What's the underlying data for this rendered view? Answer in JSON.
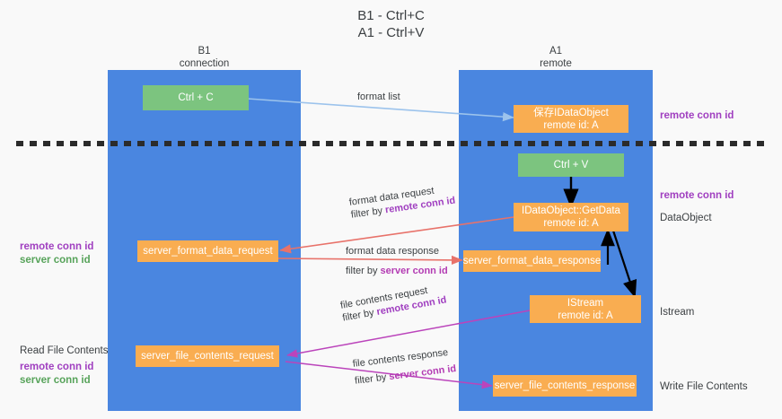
{
  "title": {
    "line1": "B1 - Ctrl+C",
    "line2": "A1 - Ctrl+V"
  },
  "columns": [
    {
      "id": "b1",
      "name": "B1",
      "role": "connection"
    },
    {
      "id": "a1",
      "name": "A1",
      "role": "remote"
    }
  ],
  "boxes": {
    "ctrl_c": {
      "line1": "Ctrl + C",
      "line2": ""
    },
    "save_idataobject": {
      "line1": "保存IDataObject",
      "line2": "remote id: A"
    },
    "ctrl_v": {
      "line1": "Ctrl + V",
      "line2": ""
    },
    "idataobject_getdata": {
      "line1": "IDataObject::GetData",
      "line2": "remote id: A"
    },
    "server_format_data_request": {
      "line1": "server_format_data_request",
      "line2": ""
    },
    "server_format_data_response": {
      "line1": "server_format_data_response",
      "line2": ""
    },
    "istream": {
      "line1": "IStream",
      "line2": "remote id: A"
    },
    "server_file_contents_request": {
      "line1": "server_file_contents_request",
      "line2": ""
    },
    "server_file_contents_response": {
      "line1": "server_file_contents_response",
      "line2": ""
    }
  },
  "edges": {
    "format_list": {
      "line1": "format list",
      "line2": "",
      "filter": ""
    },
    "format_data_request": {
      "line1": "format data request",
      "prefix": "filter by ",
      "filter": "remote conn id"
    },
    "format_data_response": {
      "line1": "format data response",
      "prefix": "filter by ",
      "filter": "server conn id"
    },
    "file_contents_request": {
      "line1": "file contents request",
      "prefix": "filter by ",
      "filter": "remote conn id"
    },
    "file_contents_response": {
      "line1": "file contents response",
      "prefix": "filter by ",
      "filter": "server conn id"
    }
  },
  "notes": {
    "right_remote_conn_id_top": "remote conn id",
    "right_remote_conn_id_mid": "remote conn id",
    "right_dataobject": "DataObject",
    "right_istream": "Istream",
    "right_write_file_contents": "Write File Contents",
    "left_remote_conn_id_1": "remote conn id",
    "left_server_conn_id_1": "server conn id",
    "left_read_file_contents": "Read File Contents",
    "left_remote_conn_id_2": "remote conn id",
    "left_server_conn_id_2": "server conn id"
  },
  "colors": {
    "lane": "#4a86e0",
    "box_green": "#7cc47f",
    "box_orange": "#f9ad51",
    "purple": "#a03fc0",
    "green_text": "#57a35a",
    "arrow_blue": "#9cc3ec",
    "arrow_red": "#e8726a",
    "arrow_magenta": "#bb44bb",
    "arrow_black": "#000000",
    "divider": "#2b2b2b",
    "background": "#f9f9f9"
  }
}
